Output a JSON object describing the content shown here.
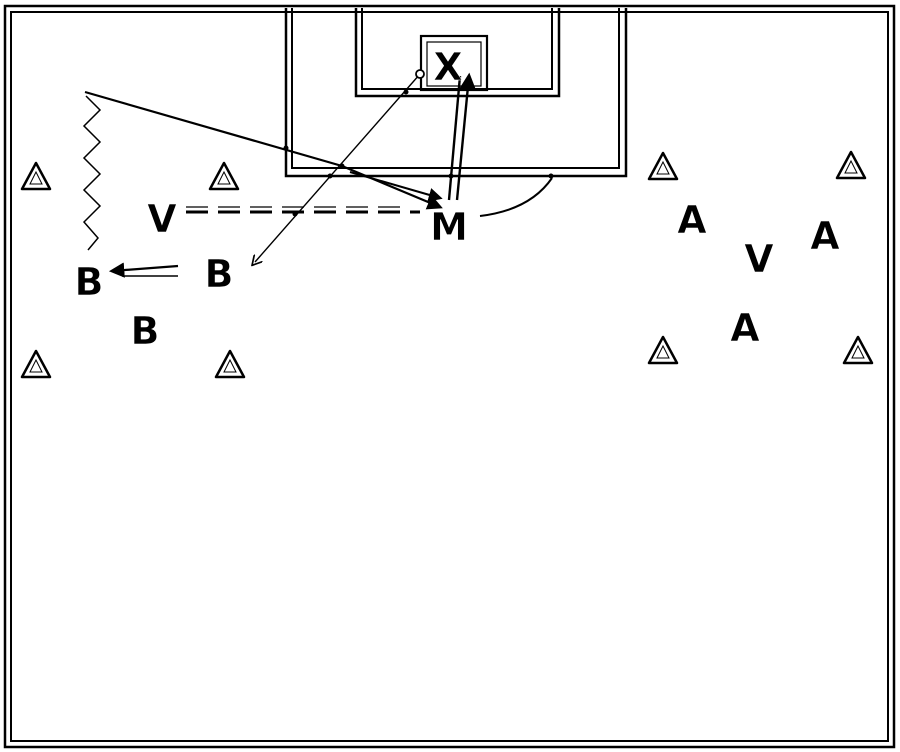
{
  "diagram": {
    "ink_color": "#000000",
    "background_color": "#ffffff",
    "players": {
      "keeper": "X",
      "midfielder": "M",
      "striker_left": "V",
      "striker_right": "V",
      "team_b_wide": "B",
      "team_b_receiver": "B",
      "team_b_deep": "B",
      "team_a_left": "A",
      "team_a_right": "A",
      "team_a_bottom": "A"
    },
    "cones": [
      "cone",
      "cone",
      "cone",
      "cone",
      "cone",
      "cone",
      "cone",
      "cone"
    ],
    "icons": {
      "cone": "triangle-cone-icon",
      "ball": "ball-icon"
    }
  }
}
